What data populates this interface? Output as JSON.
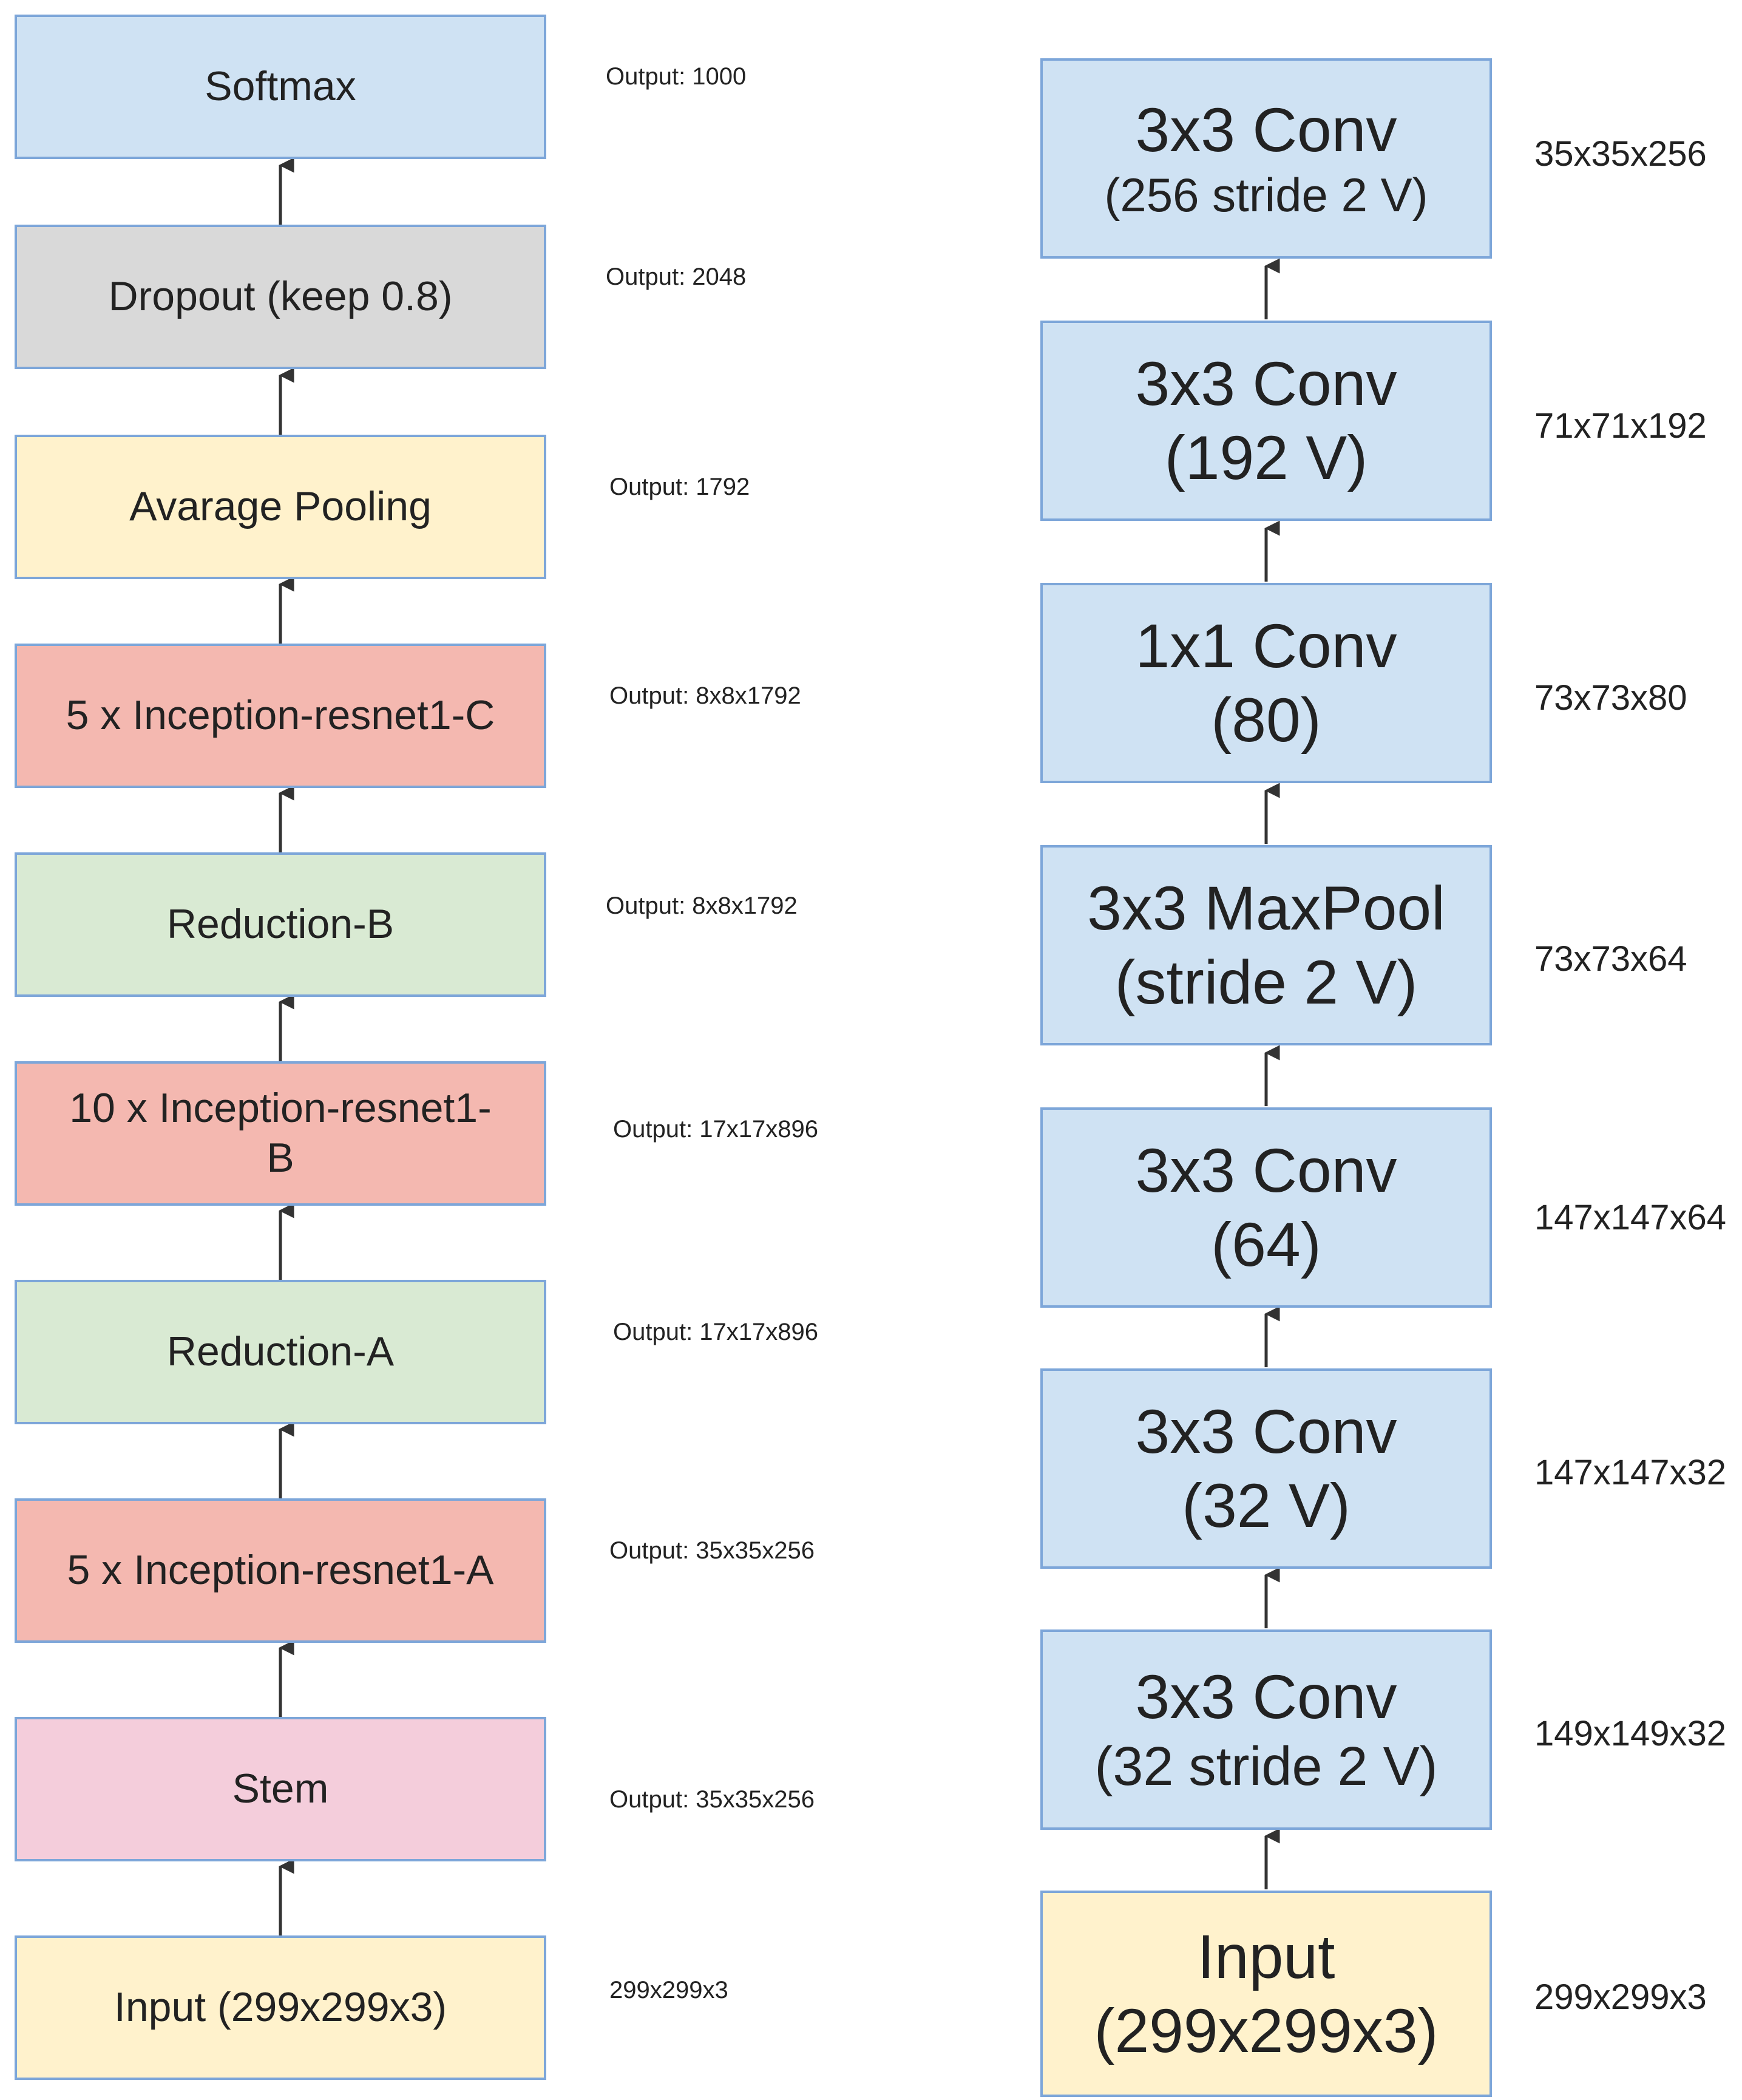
{
  "colors": {
    "softmax": "#cfe2f3",
    "dropout": "#d9d9d9",
    "pooling": "#fff2cc",
    "inception": "#f4b8b0",
    "reduction": "#d9ead3",
    "stem": "#f4cddb",
    "input": "#fff2cc",
    "conv": "#cfe2f3",
    "border": "#7da6d9",
    "arrow": "#333333"
  },
  "left_stack": {
    "blocks": [
      {
        "label": "Softmax",
        "output": "Output: 1000"
      },
      {
        "label": "Dropout (keep 0.8)",
        "output": "Output: 2048"
      },
      {
        "label": "Avarage Pooling",
        "output": "Output: 1792"
      },
      {
        "label": "5 x Inception-resnet1-C",
        "output": "Output: 8x8x1792"
      },
      {
        "label": "Reduction-B",
        "output": "Output: 8x8x1792"
      },
      {
        "label_line1": "10 x Inception-resnet1-",
        "label_line2": "B",
        "output": "Output: 17x17x896"
      },
      {
        "label": "Reduction-A",
        "output": "Output: 17x17x896"
      },
      {
        "label": "5 x Inception-resnet1-A",
        "output": "Output: 35x35x256"
      },
      {
        "label": "Stem",
        "output": "Output: 35x35x256"
      },
      {
        "label": "Input (299x299x3)",
        "output": "299x299x3"
      }
    ]
  },
  "right_stack": {
    "blocks": [
      {
        "line1": "3x3 Conv",
        "line2": "(256 stride 2 V)",
        "output": "35x35x256"
      },
      {
        "line1": "3x3 Conv",
        "line2": "(192 V)",
        "output": "71x71x192"
      },
      {
        "line1": "1x1 Conv",
        "line2": "(80)",
        "output": "73x73x80"
      },
      {
        "line1": "3x3 MaxPool",
        "line2": "(stride 2 V)",
        "output": "73x73x64"
      },
      {
        "line1": "3x3 Conv",
        "line2": "(64)",
        "output": "147x147x64"
      },
      {
        "line1": "3x3 Conv",
        "line2": "(32 V)",
        "output": "147x147x32"
      },
      {
        "line1": "3x3 Conv",
        "line2": "(32 stride 2 V)",
        "output": "149x149x32"
      },
      {
        "line1": "Input",
        "line2": "(299x299x3)",
        "output": "299x299x3"
      }
    ]
  }
}
